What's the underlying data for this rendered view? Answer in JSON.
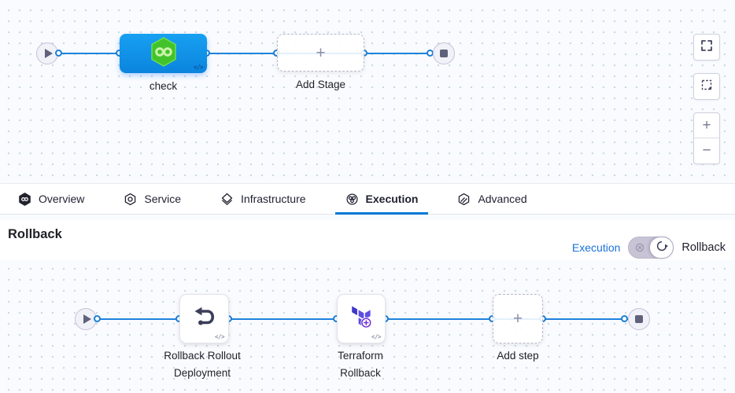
{
  "canvas_top": {
    "stage_label": "check",
    "add_stage_label": "Add Stage",
    "code_glyph": "</>",
    "add_glyph": "+",
    "controls": {
      "zoom_in_glyph": "+",
      "zoom_out_glyph": "−"
    }
  },
  "tabs": [
    {
      "label": "Overview",
      "icon": "harness-logo-icon",
      "active": false
    },
    {
      "label": "Service",
      "icon": "service-icon",
      "active": false
    },
    {
      "label": "Infrastructure",
      "icon": "infrastructure-icon",
      "active": false
    },
    {
      "label": "Execution",
      "icon": "execution-icon",
      "active": true
    },
    {
      "label": "Advanced",
      "icon": "advanced-icon",
      "active": false
    }
  ],
  "rollback_panel": {
    "title": "Rollback",
    "execution_link": "Execution",
    "toggle_label": "Rollback"
  },
  "canvas_bottom": {
    "steps": [
      {
        "label": "Rollback Rollout Deployment",
        "icon": "rollback-step-icon",
        "code_glyph": "</>"
      },
      {
        "label": "Terraform Rollback",
        "icon": "terraform-icon",
        "code_glyph": "</>"
      }
    ],
    "add_step_label": "Add step",
    "add_glyph": "+"
  },
  "colors": {
    "accent_blue": "#0278d5",
    "stage_blue": "#0e8ce2",
    "connector_blue": "#1e82dd",
    "harness_green": "#43c32b",
    "terraform_purple": "#5c4ee5",
    "canvas_bg": "#f9fbfe"
  }
}
